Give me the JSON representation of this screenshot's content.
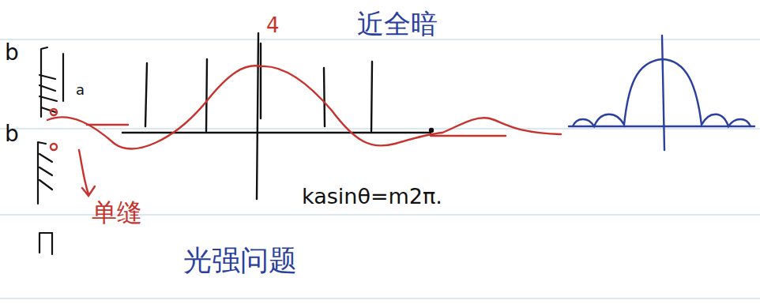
{
  "diagram": {
    "labels": [
      "b",
      "b",
      "a",
      "4",
      "近全暗",
      "kasinθ=m2π.",
      "单缝",
      "光强问题"
    ]
  }
}
